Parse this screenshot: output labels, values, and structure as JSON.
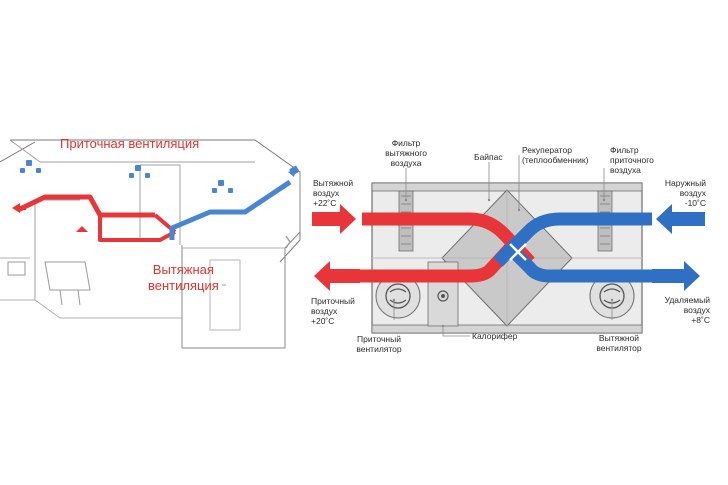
{
  "left_figure": {
    "supply_title": "Приточная вентиляция",
    "exhaust_title": "Вытяжная\nвентиляция"
  },
  "right_figure": {
    "labels": {
      "exhaust_filter": "Фильтр\nвытяжного\nвоздуха",
      "bypass": "Байпас",
      "recuperator": "Рекуператор\n(теплообменник)",
      "supply_filter": "Фильтр\nприточного\nвоздуха",
      "exhaust_air_in": "Вытяжной\nвоздух\n+22˚С",
      "outdoor_air": "Наружный\nвоздух\n-10˚С",
      "supply_air_out": "Приточный\nвоздух\n+20˚С",
      "removed_air": "Удаляемый\nвоздух\n+8˚С",
      "supply_fan": "Приточный\nвентилятор",
      "heater": "Калорифер",
      "exhaust_fan": "Вытяжной\nвентилятор"
    }
  },
  "colors": {
    "warm": "#e8353a",
    "cold": "#2f6fc4",
    "outline": "#6f6f6f",
    "housing": "#e9e9e9",
    "core": "#c8c8c8",
    "leader": "#8a8a8a"
  }
}
